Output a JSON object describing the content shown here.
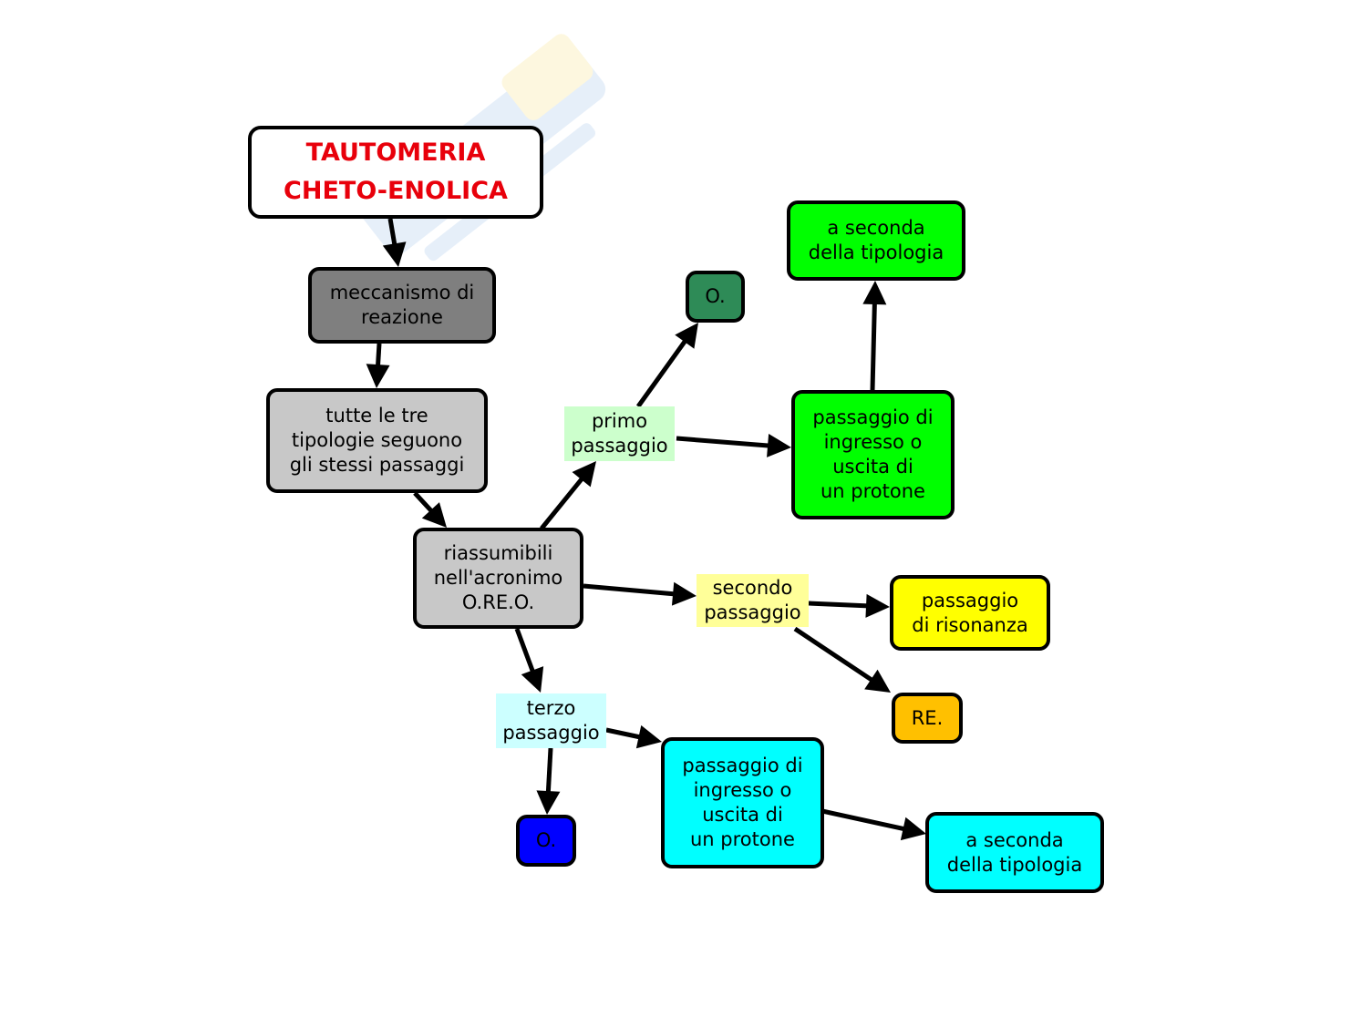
{
  "title": "TAUTOMERIA\nCHETO-ENOLICA",
  "nodes": {
    "meccanismo": "meccanismo di\nreazione",
    "tutte": "tutte le tre\ntipologie seguono\ngli stessi passaggi",
    "riassumibili": "riassumibili\nnell'acronimo\nO.RE.O.",
    "o_first": "O.",
    "seconda_top": "a seconda\ndella tipologia",
    "passaggio_ingresso_green": "passaggio di\ningresso o\nuscita di\nun protone",
    "passaggio_risonanza": "passaggio\ndi risonanza",
    "re": "RE.",
    "o_third": "O.",
    "passaggio_ingresso_cyan": "passaggio di\ningresso o\nuscita di\nun protone",
    "seconda_bottom": "a seconda\ndella tipologia"
  },
  "labels": {
    "primo": "primo\npassaggio",
    "secondo": "secondo\npassaggio",
    "terzo": "terzo\npassaggio"
  },
  "colors": {
    "title_text": "#e8000b",
    "dark_gray": "#7f7f7f",
    "light_gray": "#c8c8c8",
    "sea_green": "#2e8b57",
    "bright_green": "#00ff00",
    "yellow": "#ffff00",
    "orange": "#ffc000",
    "blue": "#0000ff",
    "cyan": "#00ffff",
    "label_green": "#ccffcc",
    "label_yellow": "#ffff99",
    "label_cyan": "#ccffff"
  }
}
